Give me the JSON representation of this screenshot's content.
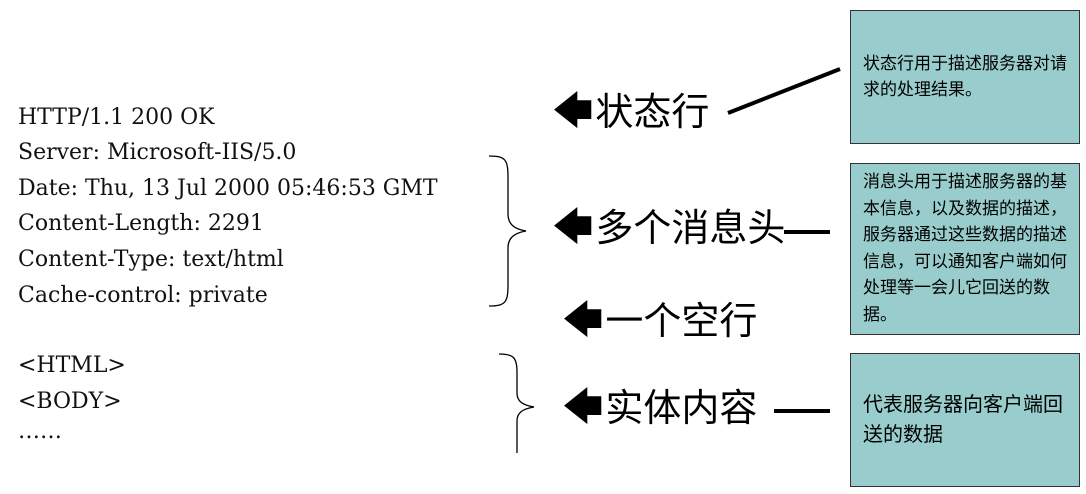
{
  "status_line": "HTTP/1.1 200 OK",
  "headers": [
    "Server: Microsoft-IIS/5.0",
    "Date: Thu, 13 Jul 2000 05:46:53 GMT",
    "Content-Length: 2291",
    "Content-Type: text/html",
    "Cache-control: private"
  ],
  "body_lines": [
    "<HTML>",
    "<BODY>",
    "……"
  ],
  "labels": {
    "status_line": "状态行",
    "headers": "多个消息头",
    "blank_line": "一个空行",
    "entity": "实体内容"
  },
  "notes": {
    "status_line": "状态行用于描述服务器对请求的处理结果。",
    "headers": "消息头用于描述服务器的基本信息，以及数据的描述，服务器通过这些数据的描述信息，可以通知客户端如何处理等一会儿它回送的数据。",
    "entity": "代表服务器向客户端回送的数据"
  },
  "colors": {
    "note_fill": "#99cccc",
    "note_border": "#333333",
    "text": "#000000"
  },
  "icons": {
    "label_arrow": "left-arrow-icon"
  }
}
